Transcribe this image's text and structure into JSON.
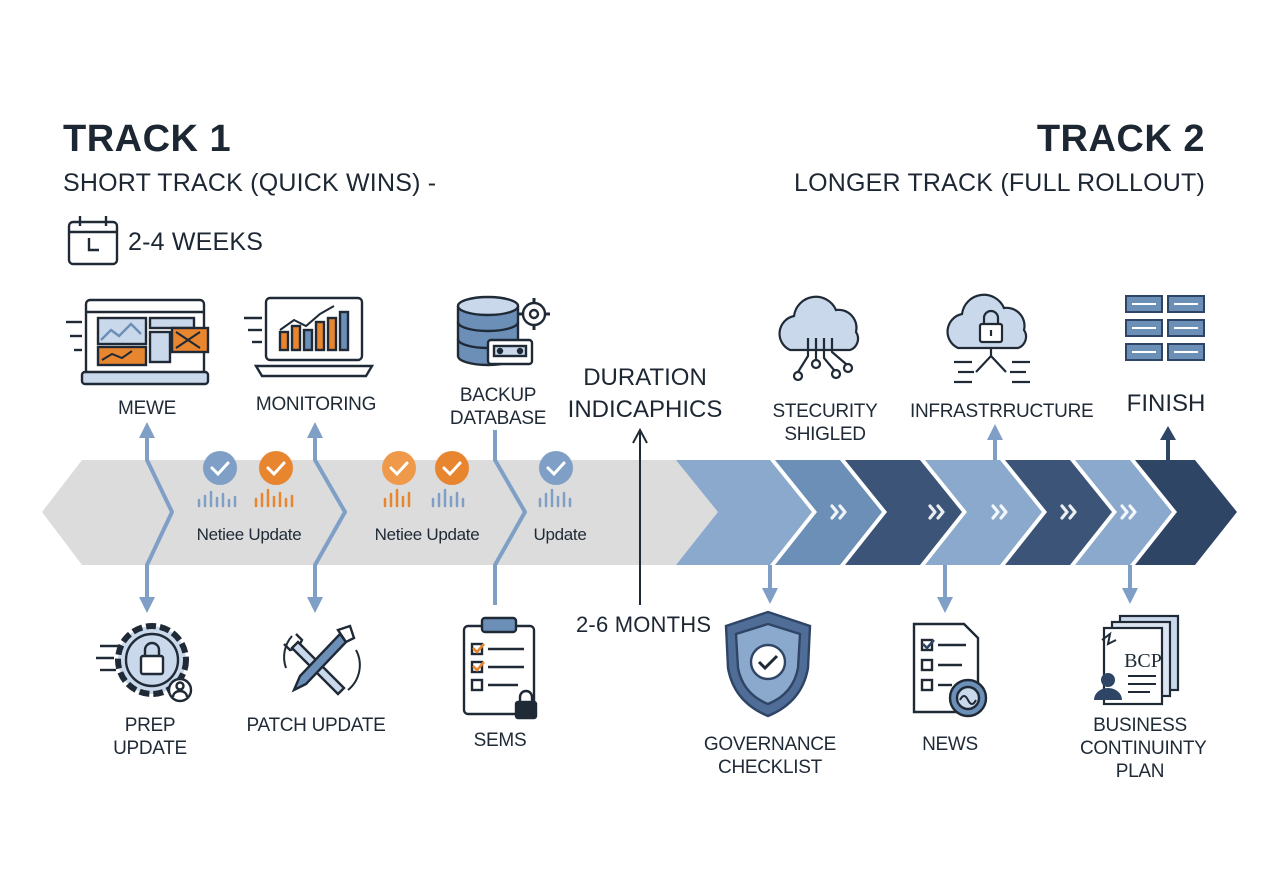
{
  "track1": {
    "title": "TRACK 1",
    "subtitle": "SHORT TRACK (QUICK WINS) -",
    "duration": "2-4 WEEKS"
  },
  "track2": {
    "title": "TRACK 2",
    "subtitle": "LONGER TRACK (FULL ROLLOUT)"
  },
  "center": {
    "title_line1": "DURATION",
    "title_line2": "INDICAPHICS",
    "duration": "2-6 MONTHS"
  },
  "top_items": {
    "mewe": "MEWE",
    "monitoring": "MONITORING",
    "backup_line1": "BACKUP",
    "backup_line2": "DATABASE",
    "security_line1": "STECURITY",
    "security_line2": "SHIGLED",
    "infrastructure": "INFRASTRRUCTURE",
    "finish": "FINISH"
  },
  "band_labels": {
    "update1": "Netiee Update",
    "update2": "Netiee Update",
    "update3": "Update"
  },
  "bottom_items": {
    "prep_line1": "PREP",
    "prep_line2": "UPDATE",
    "patch": "PATCH UPDATE",
    "sems": "SEMS",
    "governance_line1": "GOVERNANCE",
    "governance_line2": "CHECKLIST",
    "news": "NEWS",
    "bcp_badge": "BCP",
    "bcp_line1": "BUSINESS",
    "bcp_line2": "CONTINUINTY",
    "bcp_line3": "PLAN"
  },
  "icons": [
    "calendar-icon",
    "dashboard-window-icon",
    "laptop-chart-icon",
    "database-gear-icon",
    "cloud-network-icon",
    "cloud-lock-icon",
    "server-racks-icon",
    "gear-lock-icon",
    "wrench-screwdriver-icon",
    "clipboard-checklist-icon",
    "shield-check-icon",
    "document-checklist-icon",
    "bcp-document-icon",
    "check-circle-icon",
    "chevron-double-icon"
  ],
  "colors": {
    "band_gray": "#dcdcdc",
    "blue_light": "#8aa9cc",
    "blue_mid": "#6c8fb8",
    "navy": "#3c5478",
    "navy_dark": "#2f4566",
    "orange": "#e8852f",
    "arrow_blue": "#7f9fc6",
    "ink": "#1f2a36"
  }
}
